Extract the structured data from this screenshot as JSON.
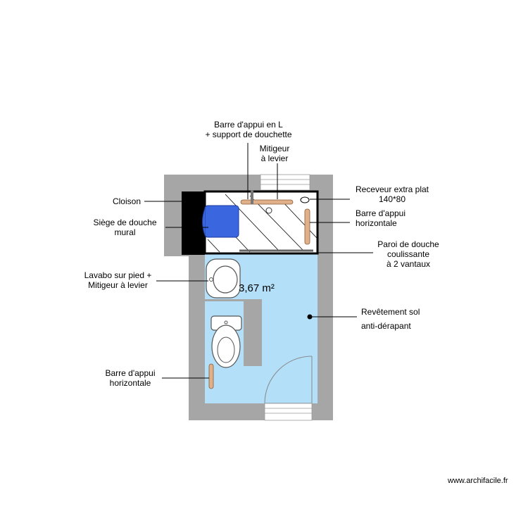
{
  "area_label": "3,67 m²",
  "credit": "www.archifacile.fr",
  "labels": {
    "l_bar_line1": "Barre d'appui en L",
    "l_bar_line2": "+ support de douchette",
    "mixer_line1": "Mitigeur",
    "mixer_line2": "à levier",
    "tray_line1": "Receveur extra plat",
    "tray_line2": "140*80",
    "hbar_shower_line1": "Barre d'appui",
    "hbar_shower_line2": "horizontale",
    "screen_line1": "Paroi de douche",
    "screen_line2": "coulissante",
    "screen_line3": "à 2 vantaux",
    "floor_line1": "Revêtement sol",
    "floor_line2": "anti-dérapant",
    "partition": "Cloison",
    "seat_line1": "Siège de douche",
    "seat_line2": "mural",
    "basin_line1": "Lavabo sur pied +",
    "basin_line2": "Mitigeur à levier",
    "hbar_wc_line1": "Barre d'appui",
    "hbar_wc_line2": "horizontale"
  },
  "colors": {
    "wall": "#a6a6a6",
    "floor": "#b3dff9",
    "shower": "#ffffff",
    "seat": "#3a66e0",
    "partition": "#000000",
    "grab_bar": "#e0b08a"
  }
}
